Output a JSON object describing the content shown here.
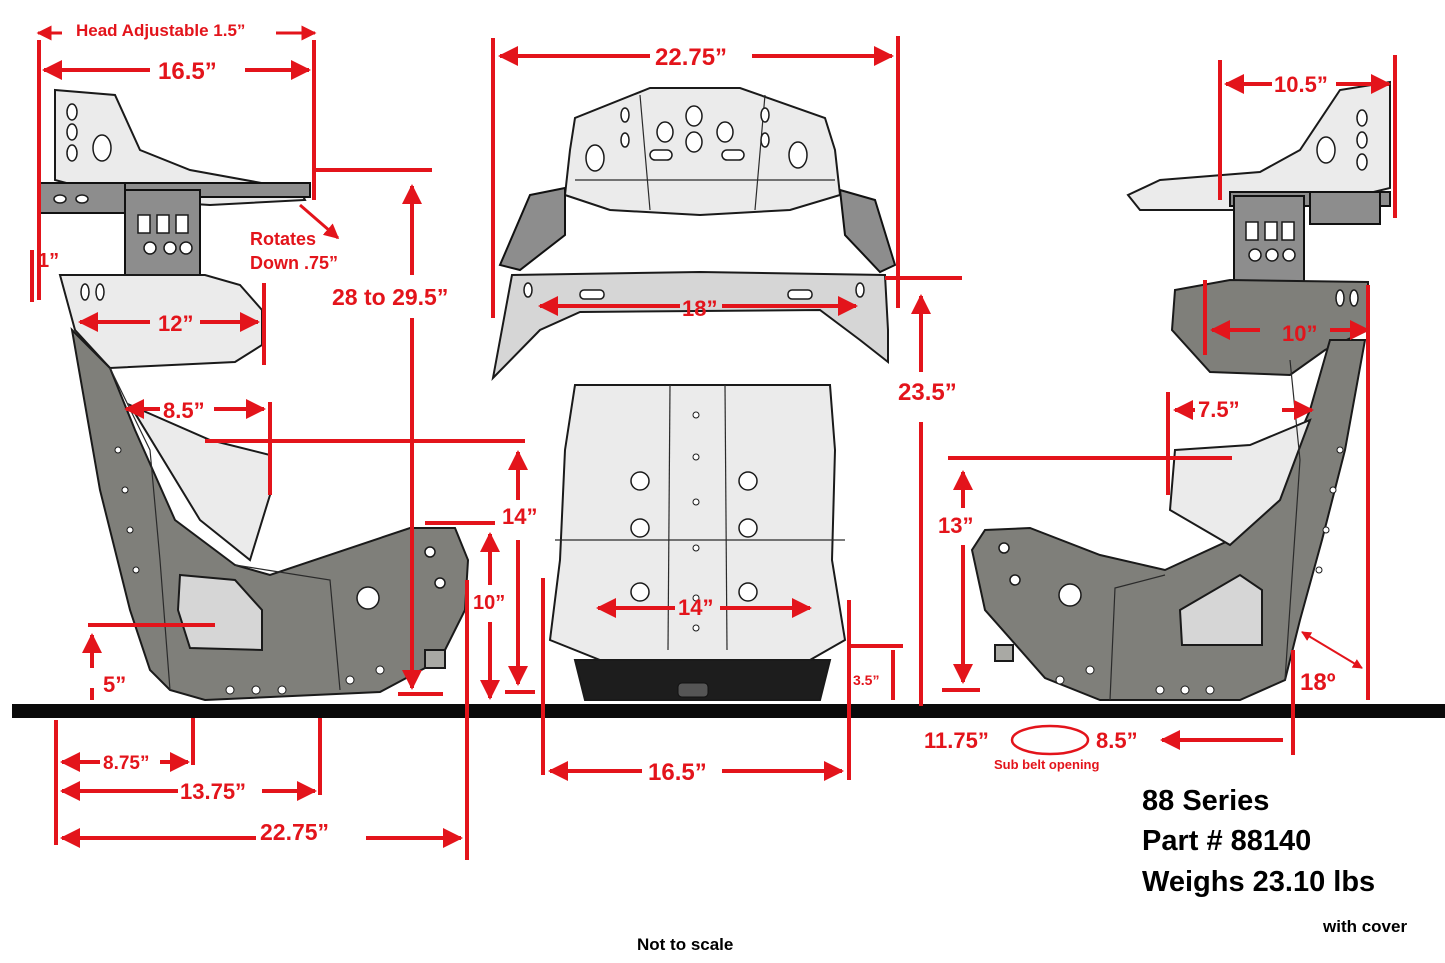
{
  "colors": {
    "dimension": "#e3141b",
    "info": "#000000",
    "ground": "#0a0a0a"
  },
  "side_view_left": {
    "head_adjustable": "Head Adjustable 1.5”",
    "head_width": "16.5”",
    "rotates": "Rotates",
    "rotates_down": "Down .75”",
    "one_inch": "1”",
    "height_range": "28 to 29.5”",
    "shoulder": "12”",
    "side_support": "8.5”",
    "side_height": "14”",
    "seat_height": "10”",
    "belt_height": "5”",
    "depth_a": "8.75”",
    "depth_b": "13.75”",
    "depth_c": "22.75”"
  },
  "front_view": {
    "top_width": "22.75”",
    "shoulder_width": "18”",
    "hip_width": "14”",
    "base_width": "16.5”",
    "base_height": "3.5”",
    "back_height": "23.5”"
  },
  "side_view_right": {
    "head_width": "10.5”",
    "shoulder": "10”",
    "side_support": "7.5”",
    "side_height": "13”",
    "angle": "18º",
    "sub_belt_front": "11.75”",
    "sub_belt_rear": "8.5”",
    "sub_belt_label": "Sub belt opening"
  },
  "info": {
    "series": "88 Series",
    "part": "Part # 88140",
    "weight": "Weighs 23.10 lbs",
    "cover": "with cover",
    "scale_note": "Not to scale"
  },
  "icons": [
    "arrow-icon"
  ]
}
